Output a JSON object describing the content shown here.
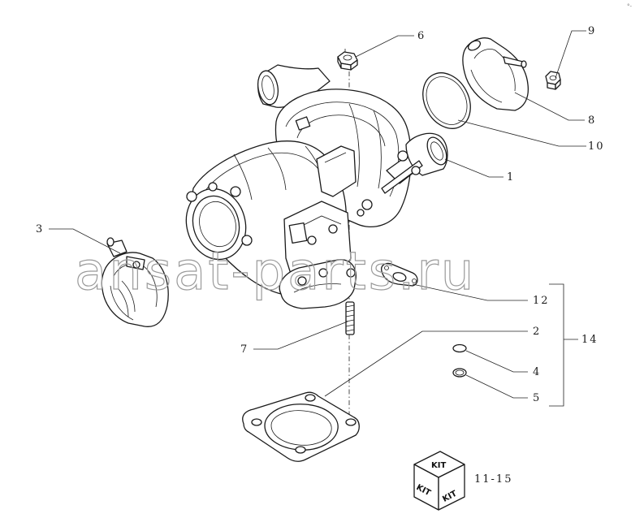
{
  "watermark": "ansat-parts.ru",
  "corner_mark": "°-",
  "kit": {
    "top": "KIT",
    "left": "KIT",
    "right": "KIT",
    "reference": "11-15"
  },
  "callouts": [
    "1",
    "2",
    "3",
    "4",
    "5",
    "6",
    "7",
    "8",
    "9",
    "10",
    "12",
    "14"
  ]
}
